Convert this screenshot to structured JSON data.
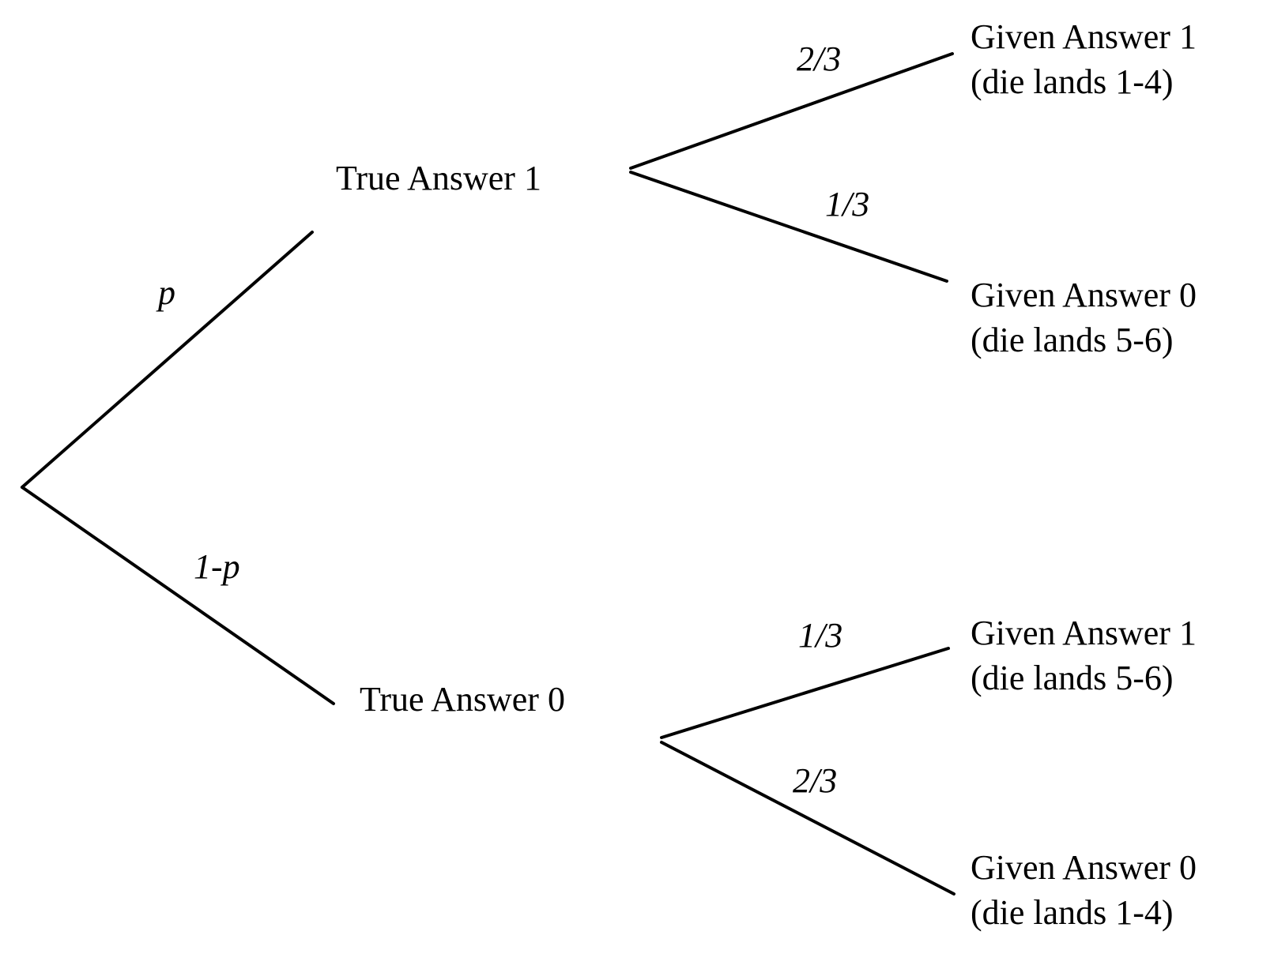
{
  "diagram": {
    "type": "probability-tree",
    "root_branches": {
      "up_label": "p",
      "down_label": "1-p"
    },
    "nodes": {
      "true1": "True Answer 1",
      "true0": "True Answer 0"
    },
    "true1_branches": {
      "up_label": "2/3",
      "down_label": "1/3"
    },
    "true0_branches": {
      "up_label": "1/3",
      "down_label": "2/3"
    },
    "leaves": {
      "t1_up": {
        "line1": "Given Answer 1",
        "line2": "(die lands 1-4)"
      },
      "t1_down": {
        "line1": "Given Answer 0",
        "line2": "(die lands 5-6)"
      },
      "t0_up": {
        "line1": "Given Answer 1",
        "line2": "(die lands 5-6)"
      },
      "t0_down": {
        "line1": "Given Answer 0",
        "line2": "(die lands 1-4)"
      }
    },
    "colors": {
      "line": "#000000",
      "text": "#000000",
      "background": "#ffffff"
    }
  }
}
